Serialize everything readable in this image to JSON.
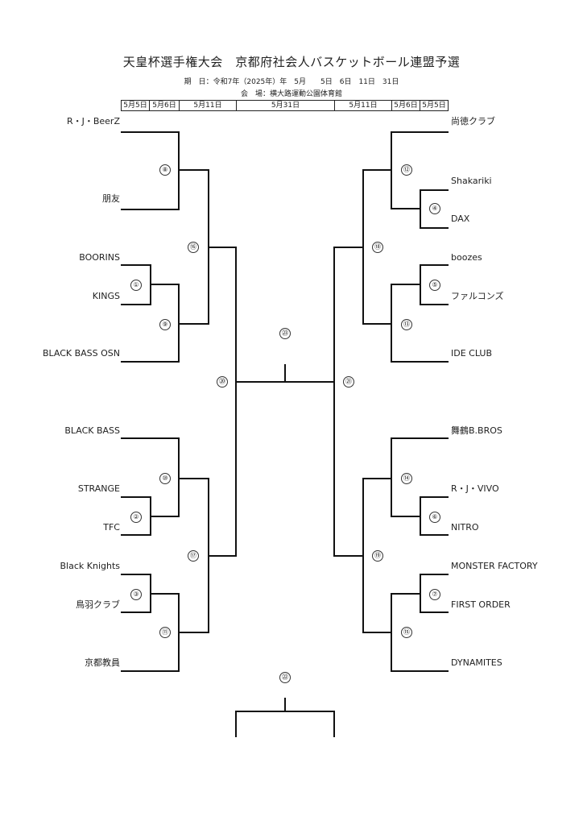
{
  "title": "天皇杯選手権大会　京都府社会人バスケットボール連盟予選",
  "period": "期　日：令和7年（2025年）年　5月　　5日　6日　11日　31日",
  "venue": "会　場：横大路運動公園体育館",
  "date_row": [
    "5月5日",
    "5月6日",
    "5月11日",
    "5月31日",
    "5月11日",
    "5月6日",
    "5月5日"
  ],
  "teams": {
    "left": [
      "R・J・BeerZ",
      "朋友",
      "BOORINS",
      "KINGS",
      "BLACK BASS OSN",
      "BLACK BASS",
      "STRANGE",
      "TFC",
      "Black Knights",
      "鳥羽クラブ",
      "京都教員"
    ],
    "right": [
      "尚徳クラブ",
      "Shakariki",
      "DAX",
      "boozes",
      "ファルコンズ",
      "IDE CLUB",
      "舞鶴B.BROS",
      "R・J・VIVO",
      "NITRO",
      "MONSTER FACTORY",
      "FIRST ORDER",
      "DYNAMITES"
    ]
  },
  "match_numbers": [
    "①",
    "②",
    "③",
    "④",
    "⑤",
    "⑥",
    "⑦",
    "⑧",
    "⑨",
    "⑩",
    "⑪",
    "⑫",
    "⑬",
    "⑭",
    "⑮",
    "⑯",
    "⑰",
    "⑱",
    "⑲",
    "⑳",
    "㉑",
    "㉒",
    "㉓"
  ]
}
